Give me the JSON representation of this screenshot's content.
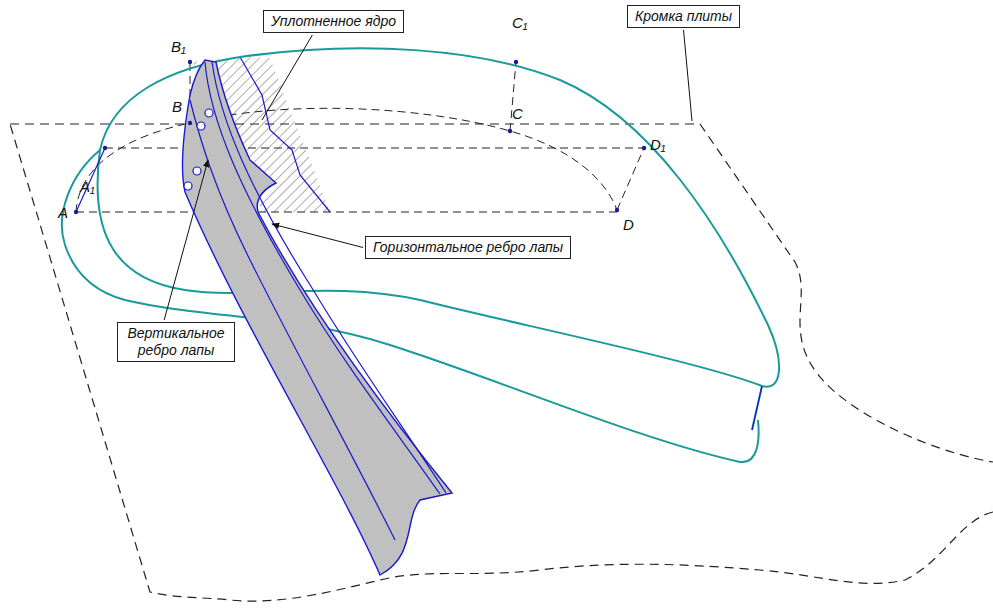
{
  "diagram": {
    "nodes": [
      {
        "text": [
          "Уплотненное ядро"
        ]
      },
      {
        "text": [
          "Кромка плиты"
        ]
      },
      {
        "text": [
          "Горизонтальное ребро лапы"
        ]
      },
      {
        "text": [
          "Вертикальное ребро лапы"
        ]
      }
    ],
    "labels": [
      "B₁",
      "C₁",
      "B",
      "C",
      "A₁",
      "D₁",
      "A",
      "D"
    ]
  }
}
